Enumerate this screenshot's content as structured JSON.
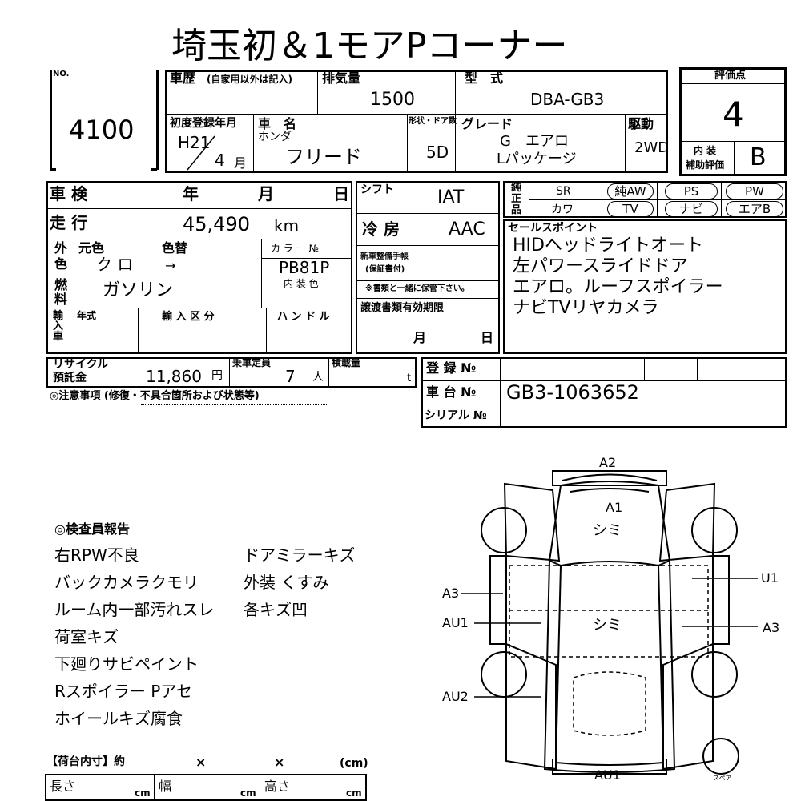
{
  "header": {
    "title": "埼玉初＆1モアPコーナー"
  },
  "lot": {
    "label": "NO.",
    "value": "4100"
  },
  "history": {
    "label": "車歴",
    "note": "(自家用以外は記入)"
  },
  "displacement": {
    "label": "排気量",
    "value": "1500"
  },
  "model": {
    "label": "型　式",
    "value": "DBA-GB3"
  },
  "first_reg": {
    "label": "初度登録年月",
    "era": "H21",
    "month": "4",
    "month_unit": "月"
  },
  "car_name": {
    "label": "車　名",
    "maker": "ホンダ",
    "name": "フリード"
  },
  "doors": {
    "label": "形状・ドア数",
    "value": "5D"
  },
  "grade": {
    "label": "グレード",
    "line1": "G　エアロ",
    "line2": "Lパッケージ"
  },
  "drive": {
    "label": "駆動",
    "value": "2WD"
  },
  "score": {
    "label": "評価点",
    "value": "4",
    "interior_label_1": "内 装",
    "interior_label_2": "補助評価",
    "interior_value": "B"
  },
  "inspection": {
    "label": "車 検",
    "year": "年",
    "month": "月",
    "day": "日"
  },
  "mileage": {
    "label": "走 行",
    "value": "45,490",
    "unit": "km"
  },
  "color": {
    "label1": "外",
    "label2": "色",
    "orig_label": "元色",
    "change_label": "色替",
    "orig_value": "ク ロ",
    "arrow": "→",
    "code_label": "カ ラ ー №",
    "code_value": "PB81P"
  },
  "fuel": {
    "label1": "燃",
    "label2": "料",
    "value": "ガソリン",
    "interior_color_label": "内 装 色"
  },
  "import": {
    "label": "輸入車",
    "year_label": "年式",
    "class_label": "輸 入 区 分",
    "handle_label": "ハ ン ド ル"
  },
  "shift": {
    "label": "シフト",
    "value": "IAT"
  },
  "ac": {
    "label": "冷 房",
    "value": "AAC"
  },
  "new_car_manual": {
    "label_1": "新車整備手帳",
    "label_2": "(保証書付)",
    "note": "※書類と一緒に保管下さい。"
  },
  "transfer_docs": {
    "label": "譲渡書類有効期限",
    "month": "月",
    "day": "日"
  },
  "equipment": {
    "label1": "純",
    "label2": "正",
    "label3": "品",
    "row1": [
      "SR",
      "純AW",
      "PS",
      "PW"
    ],
    "row2": [
      "カワ",
      "TV",
      "ナビ",
      "エアB"
    ]
  },
  "sales_points": {
    "label": "セールスポイント",
    "lines": [
      "HIDヘッドライトオート",
      "左パワースライドドア",
      "エアロ。ルーフスポイラー",
      "ナビTVリヤカメラ"
    ]
  },
  "recycle": {
    "label_1": "リサイクル",
    "label_2": "預託金",
    "value": "11,860",
    "unit": "円"
  },
  "capacity": {
    "label": "乗車定員",
    "value": "7",
    "unit": "人"
  },
  "load": {
    "label": "積載量",
    "unit": "t"
  },
  "registration": {
    "label": "登 録 №",
    "chassis_label": "車 台 №",
    "chassis_value": "GB3-1063652",
    "serial_label": "シリアル №"
  },
  "notes_title": "◎注意事項 (修復・不具合箇所および状態等)",
  "inspector": {
    "title": "◎検査員報告",
    "left": [
      "右RPW不良",
      "バックカメラクモリ",
      "ルーム内一部汚れスレ",
      "荷室キズ",
      "下廻りサビペイント",
      "Rスポイラー Pアセ",
      "ホイールキズ腐食"
    ],
    "right": [
      "ドアミラーキズ",
      "外装 くすみ",
      "各キズ凹"
    ]
  },
  "cargo": {
    "title": "【荷台内寸】約",
    "x1": "×",
    "x2": "×",
    "unit": "(cm)",
    "length": "長さ",
    "width": "幅",
    "height": "高さ",
    "cm": "cm"
  },
  "diagram": {
    "labels": {
      "a2": "A2",
      "a1": "A1",
      "shimi_top": "シミ",
      "shimi_mid": "シミ",
      "a3_left": "A3",
      "au1_left": "AU1",
      "au2_left": "AU2",
      "u1_right": "U1",
      "a3_right": "A3",
      "au1_bottom": "AU1",
      "spare": "スペア"
    }
  }
}
